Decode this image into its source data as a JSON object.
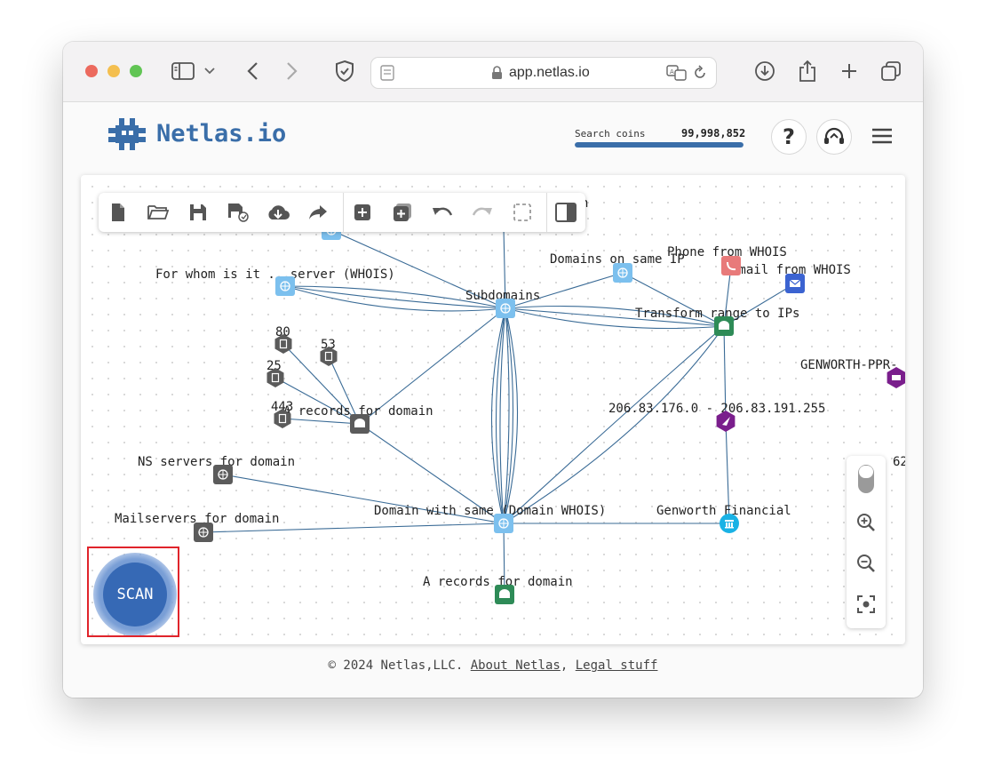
{
  "browser": {
    "url": "app.netlas.io",
    "traffic_lights": {
      "close": "#ec6a5e",
      "minimize": "#f4bf4f",
      "maximize": "#61c554"
    }
  },
  "header": {
    "logo_text": "Netlas.io",
    "search_coins_label": "Search coins",
    "search_coins_value": "99,998,852",
    "coins_remaining_fraction": 1.0,
    "accent": "#3a6ea9"
  },
  "graph": {
    "labels": {
      "top_cut": "n",
      "whois_server": "For whom is it ...server (WHOIS)",
      "subdomains": "Subdomains",
      "domains_same_ip": "Domains on same IP",
      "phone_whois": "Phone from WHOIS",
      "email_whois": "Email from WHOIS",
      "transform_range": "Transform range to IPs",
      "genworth_ppr": "GENWORTH-PPR-",
      "port_80": "80",
      "port_53": "53",
      "port_25": "25",
      "port_443": "443",
      "a_records_left": "A records for domain",
      "ip_range": "206.83.176.0 - 206.83.191.255",
      "cut_62": "62",
      "ns_servers": "NS servers for domain",
      "mailservers": "Mailservers for domain",
      "domain_with_same": "Domain with same (Domain WHOIS)",
      "genworth_financial": "Genworth Financial",
      "a_records_bottom": "A records for domain"
    },
    "colors": {
      "domain_node": "#7cc0ee",
      "dark_node": "#5b5b5b",
      "green_node": "#2e8b57",
      "purple_node": "#7a1e8c",
      "red_node": "#e87a7a",
      "blue_node": "#3b63d1",
      "cyan_node": "#1ab2e5",
      "edge": "#3a6b96"
    }
  },
  "scan_button": {
    "label": "SCAN"
  },
  "footer": {
    "copyright": "© 2024 Netlas,LLC.",
    "about_link": "About Netlas",
    "separator": ",",
    "legal_link": "Legal stuff"
  }
}
